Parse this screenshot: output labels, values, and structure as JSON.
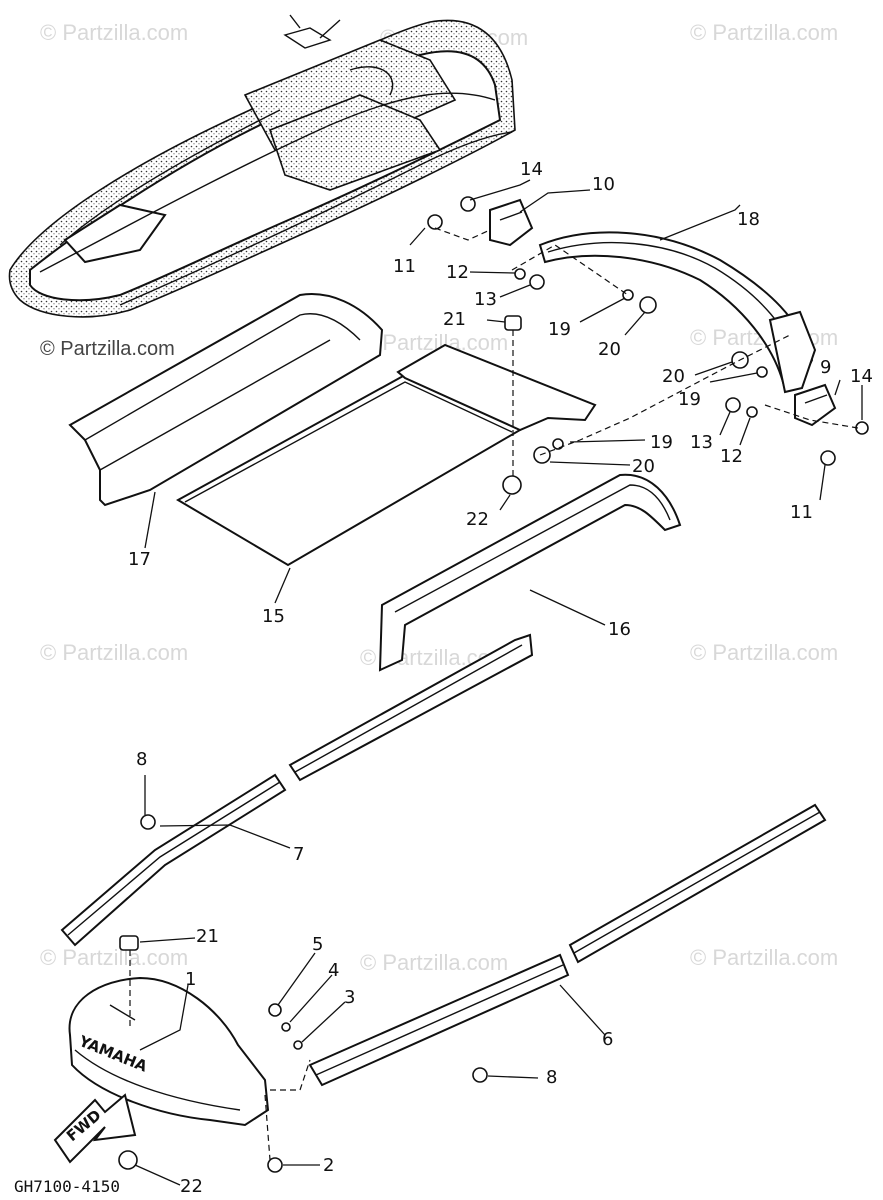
{
  "watermark": "© Partzilla.com",
  "diagram_code": "GH7100-4150",
  "brand_mark": "YAMAHA",
  "direction_arrow": "FWD",
  "part_numbers": {
    "p1": "1",
    "p2": "2",
    "p3": "3",
    "p4": "4",
    "p5": "5",
    "p6": "6",
    "p7": "7",
    "p8a": "8",
    "p8b": "8",
    "p9": "9",
    "p10": "10",
    "p11a": "11",
    "p11b": "11",
    "p12a": "12",
    "p12b": "12",
    "p13a": "13",
    "p13b": "13",
    "p14a": "14",
    "p14b": "14",
    "p15": "15",
    "p16": "16",
    "p17": "17",
    "p18": "18",
    "p19a": "19",
    "p19b": "19",
    "p19c": "19",
    "p20a": "20",
    "p20b": "20",
    "p20c": "20",
    "p21a": "21",
    "p21b": "21",
    "p22a": "22",
    "p22b": "22"
  }
}
